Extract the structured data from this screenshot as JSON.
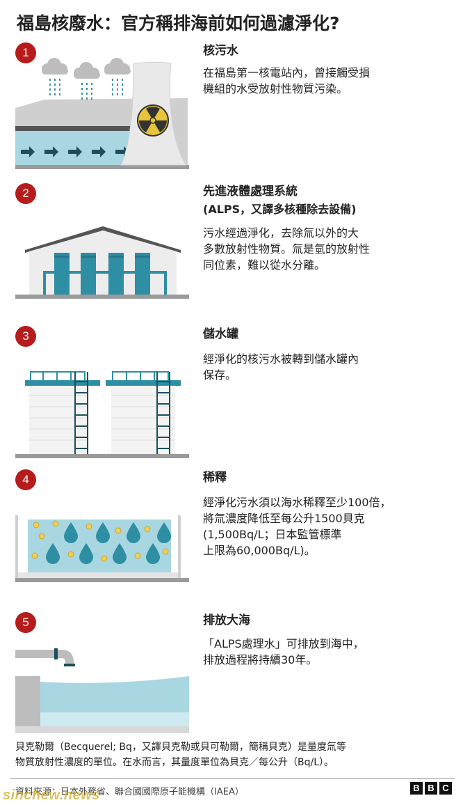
{
  "title": "福島核廢水：官方稱排海前如何過濾淨化?",
  "steps": [
    {
      "number": "1",
      "heading": "核污水",
      "lines": [
        "在福島第一核電站內，曾接觸受損",
        "機組的水受放射性物質污染。"
      ]
    },
    {
      "number": "2",
      "heading": "先進液體處理系統",
      "subheading": "(ALPS，又譯多核種除去設備)",
      "lines": [
        "污水經過淨化，去除氚以外的大",
        "多數放射性物質。氚是氫的放射性",
        "同位素，難以從水分離。"
      ]
    },
    {
      "number": "3",
      "heading": "儲水罐",
      "lines": [
        "經淨化的核污水被轉到儲水罐內",
        "保存。"
      ]
    },
    {
      "number": "4",
      "heading": "稀釋",
      "lines": [
        "經淨化污水須以海水稀釋至少100倍，",
        "將氚濃度降低至每公升1500貝克",
        "(1,500Bq/L；日本監管標準",
        "上限為60,000Bq/L)。"
      ]
    },
    {
      "number": "5",
      "heading": "排放大海",
      "lines": [
        "「ALPS處理水」可排放到海中，",
        "排放過程將持續30年。"
      ]
    }
  ],
  "footnote": {
    "line1": "貝克勒爾（Becquerel; Bq，又譯貝克勒或貝可勒爾，簡稱貝克）是量度氚等",
    "line2": "物質放射性濃度的單位。在水而言，其量度單位為貝克／每公升（Bq/L）。"
  },
  "source": "資料來源：日本外務省、聯合國國際原子能機構（IAEA）",
  "logo": [
    "B",
    "B",
    "C"
  ],
  "watermark": "sinchew.news",
  "colors": {
    "badge": "#b71c1c",
    "water": "#a9d7e1",
    "teal": "#2e8ea3",
    "dark_teal": "#1d4f59",
    "grey": "#c8c8c8",
    "nuclear_yellow": "#e8c53a",
    "particle": "#f2cd55"
  },
  "icons": [
    "cloud-rain-icon",
    "radiation-icon",
    "flow-arrow-icon",
    "water-drop-icon",
    "tritium-particle-icon",
    "pipe-icon"
  ]
}
